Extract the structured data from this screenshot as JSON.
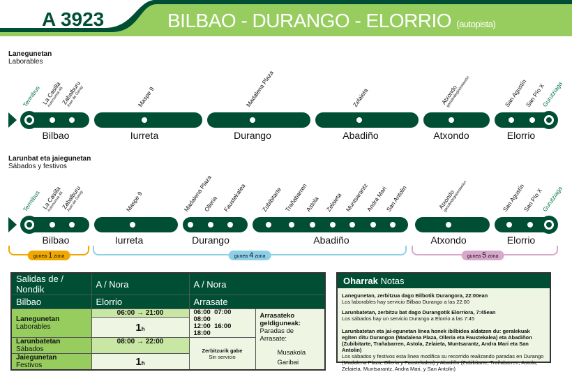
{
  "header": {
    "route": "A 3923",
    "title": "BILBAO - DURANGO - ELORRIO",
    "title_suffix": "(autopista)"
  },
  "colors": {
    "dark_green": "#004f35",
    "light_green": "#97cd5e",
    "zone1": "#f0a800",
    "zone4": "#8ecfe8",
    "zone5": "#d8a8cc"
  },
  "weekday": {
    "title": "Lanegunetan",
    "subtitle": "Laborables",
    "stops": [
      {
        "name": "Termibus",
        "green": true
      },
      {
        "name": "La Casilla",
        "sub": "Autonomía 45"
      },
      {
        "name": "Zabalburu",
        "sub": "Juan de Garay"
      },
      {
        "name": "Maspe 9"
      },
      {
        "name": "Madalena Plaza"
      },
      {
        "name": "Zelaieta"
      },
      {
        "name": "Atxondo",
        "sub": "gasolindegia/estación"
      },
      {
        "name": "San Agustín"
      },
      {
        "name": "San Pío X"
      },
      {
        "name": "Gurutziaga",
        "green": true
      }
    ],
    "towns": [
      "Bilbao",
      "Iurreta",
      "Durango",
      "Abadiño",
      "Atxondo",
      "Elorrio"
    ]
  },
  "weekend": {
    "title": "Larunbat eta jaiegunetan",
    "subtitle": "Sábados y festivos",
    "stops": [
      {
        "name": "Termibus",
        "green": true
      },
      {
        "name": "La Casilla",
        "sub": "Autonomía 45"
      },
      {
        "name": "Zabalburu",
        "sub": "Juan de Garay"
      },
      {
        "name": "Maspe 9"
      },
      {
        "name": "Madalena Plaza"
      },
      {
        "name": "Olleria"
      },
      {
        "name": "Faustekalea"
      },
      {
        "name": "Zubibitarte"
      },
      {
        "name": "Trañabarren"
      },
      {
        "name": "Astola"
      },
      {
        "name": "Zelaieta"
      },
      {
        "name": "Muntsarantz"
      },
      {
        "name": "Andra Mari"
      },
      {
        "name": "San Antolin"
      },
      {
        "name": "Atxondo",
        "sub": "gasolindegia/estación"
      },
      {
        "name": "San Agustín"
      },
      {
        "name": "San Pío X"
      },
      {
        "name": "Gurutziaga",
        "green": true
      }
    ],
    "towns": [
      "Bilbao",
      "Iurreta",
      "Durango",
      "Abadiño",
      "Atxondo",
      "Elorrio"
    ]
  },
  "zones": [
    {
      "pre": "gunea",
      "num": "1",
      "post": "zona"
    },
    {
      "pre": "gunea",
      "num": "4",
      "post": "zona"
    },
    {
      "pre": "gunea",
      "num": "5",
      "post": "zona"
    }
  ],
  "schedule": {
    "from_header": "Salidas de / Nondik",
    "to_header": "A / Nora",
    "to_header2": "A / Nora",
    "from": "Bilbao",
    "to1": "Elorrio",
    "to2": "Arrasate",
    "days": [
      {
        "eu": "Lanegunetan",
        "es": "Laborables"
      },
      {
        "eu": "Larunbatetan",
        "es": "Sábados"
      },
      {
        "eu": "Jaiegunetan",
        "es": "Festivos"
      }
    ],
    "weekday_range": "06:00 → 21:00",
    "weekday_freq": "1",
    "freq_unit": "h",
    "weekend_range": "08:00 → 22:00",
    "weekend_freq": "1",
    "arrasate_times": [
      "06:00",
      "07:00",
      "08:00",
      "12:00",
      "16:00",
      "18:00"
    ],
    "no_service_eu": "Zerbitzurik gabe",
    "no_service_es": "Sin servicio",
    "stops_title_eu": "Arrasateko geldiguneak:",
    "stops_title_es": "Paradas de Arrasate:",
    "arrasate_stops": [
      "Musakola",
      "Garibai"
    ]
  },
  "notes": {
    "title_eu": "Oharrak",
    "title_es": "Notas",
    "items": [
      {
        "eu": "Lanegunetan, zerbitzua dago Bilbotik Durangora, 22:00ean",
        "es": "Los laborables hay servicio Bilbao Durango a las 22:00"
      },
      {
        "eu": "Larunbatetan, zerbitzu bat dago Durangotik Elorriora, 7:45ean",
        "es": "Los sábados hay un servicio Durango a Elorrio a las 7:45"
      },
      {
        "eu": "Larunbatetan eta jai-egunetan linea honek ibilbidea aldatzen du: geralekuak egiten ditu Durangon (Madalena Plaza, Olleria eta Faustekalea) eta Abadiñon (Zubibitarte, Trañabarren, Astola, Zelaieta, Muntsarantz, Andra Mari eta San Antolin)",
        "es": "Los sábados y festivos esta línea modifica su recorrido realizando paradas en Durango (Madalena Plaza, Olleria y Faustekalea) y Abadiño (Zubibitarte, Trañabarren, Astola, Zelaieta, Muntsarantz, Andra Mari, y San Antolin)"
      }
    ]
  }
}
